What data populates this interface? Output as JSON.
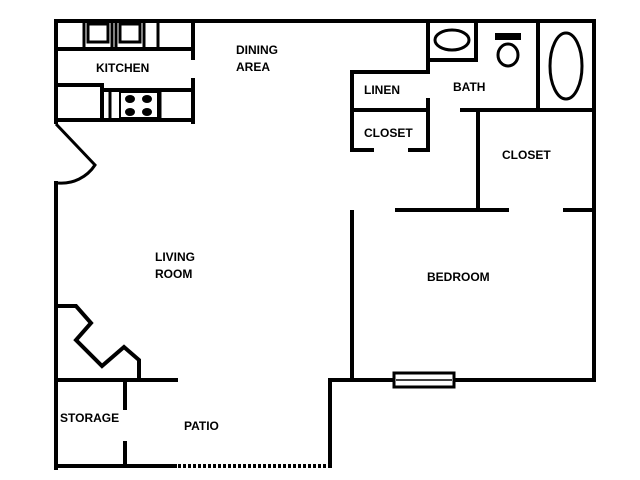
{
  "rooms": {
    "kitchen": "KITCHEN",
    "dining_line1": "DINING",
    "dining_line2": "AREA",
    "linen": "LINEN",
    "bath": "BATH",
    "hall_closet": "CLOSET",
    "bedroom_closet": "CLOSET",
    "living_line1": "LIVING",
    "living_line2": "ROOM",
    "bedroom": "BEDROOM",
    "storage": "STORAGE",
    "patio": "PATIO"
  }
}
